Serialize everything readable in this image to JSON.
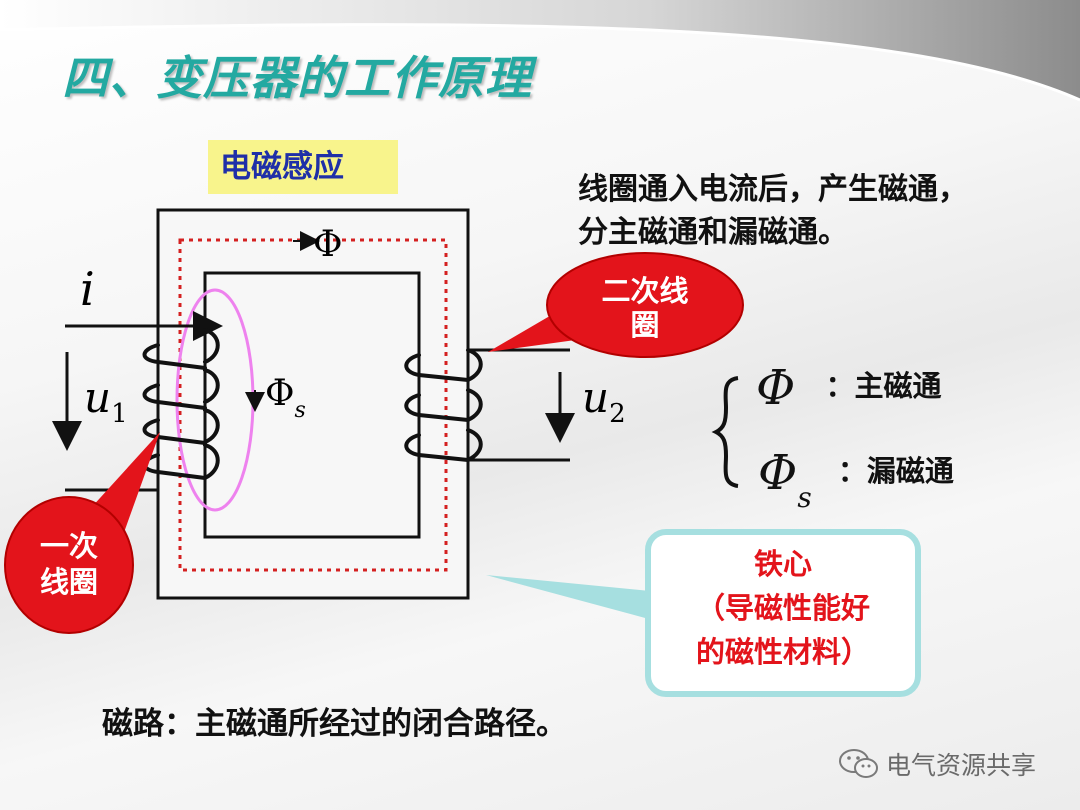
{
  "title": "四、变压器的工作原理",
  "section_label": "电磁感应",
  "description": [
    "线圈通入电流后，产生磁通，",
    "分主磁通和漏磁通。"
  ],
  "diagram": {
    "current_label": "i",
    "u1_base": "u",
    "u1_sub": "1",
    "u2_base": "u",
    "u2_sub": "2",
    "phi_main": "Φ",
    "phi_leak_base": "Φ",
    "phi_leak_sub": "s"
  },
  "legend": {
    "main_symbol": "Φ",
    "main_label": "：主磁通",
    "leak_symbol": "Φ",
    "leak_sub": "s",
    "leak_label": "：漏磁通"
  },
  "callouts": {
    "secondary": [
      "二次线",
      "圈"
    ],
    "primary": [
      "一次",
      "线圈"
    ],
    "core": [
      "铁心",
      "（导磁性能好",
      "的磁性材料）"
    ]
  },
  "footer": "磁路：主磁通所经过的闭合路径。",
  "watermark": "电气资源共享",
  "colors": {
    "title": "#23a9a1",
    "label_bg": "#f8f48c",
    "label_text": "#1f2fa8",
    "callout_red": "#e3141b",
    "core_callout_border": "#a6dfe0",
    "core_text": "#e3141b",
    "leak_flux": "#ee82ee",
    "main_flux": "#d42020"
  }
}
